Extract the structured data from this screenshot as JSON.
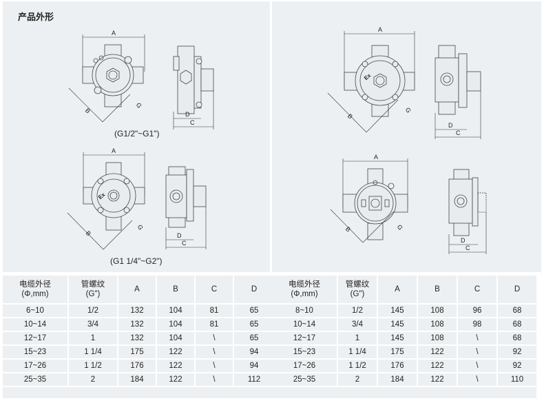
{
  "section_title": "产品外形",
  "left_panel": {
    "drawing_top": {
      "caption": "(G1/2\"~G1\")",
      "dim_labels": {
        "a": "A",
        "b": "B",
        "c": "C",
        "d": "D",
        "g": "G"
      }
    },
    "drawing_bottom": {
      "caption": "(G1 1/4\"~G2\")",
      "dim_labels": {
        "a": "A",
        "b": "B",
        "c": "C",
        "d": "D",
        "g": "G"
      }
    }
  },
  "right_panel": {
    "drawing_top": {
      "dim_labels": {
        "a": "A",
        "b": "B",
        "c": "C",
        "d": "D",
        "g": "G"
      }
    },
    "drawing_bottom": {
      "dim_labels": {
        "a": "A",
        "b": "B",
        "c": "C",
        "d": "D",
        "g": "G"
      }
    }
  },
  "tables": [
    {
      "headers": [
        {
          "line1": "电缆外径",
          "line2": "(Φ,mm)"
        },
        {
          "line1": "管螺纹",
          "line2": "(G\")"
        },
        {
          "line1": "A",
          "line2": ""
        },
        {
          "line1": "B",
          "line2": ""
        },
        {
          "line1": "C",
          "line2": ""
        },
        {
          "line1": "D",
          "line2": ""
        }
      ],
      "rows": [
        [
          "6~10",
          "1/2",
          "132",
          "104",
          "81",
          "65"
        ],
        [
          "10~14",
          "3/4",
          "132",
          "104",
          "81",
          "65"
        ],
        [
          "12~17",
          "1",
          "132",
          "104",
          "\\",
          "65"
        ],
        [
          "15~23",
          "1 1/4",
          "175",
          "122",
          "\\",
          "94"
        ],
        [
          "17~26",
          "1 1/2",
          "176",
          "122",
          "\\",
          "94"
        ],
        [
          "25~35",
          "2",
          "184",
          "122",
          "\\",
          "112"
        ]
      ]
    },
    {
      "headers": [
        {
          "line1": "电缆外径",
          "line2": "(Φ,mm)"
        },
        {
          "line1": "管螺纹",
          "line2": "(G\")"
        },
        {
          "line1": "A",
          "line2": ""
        },
        {
          "line1": "B",
          "line2": ""
        },
        {
          "line1": "C",
          "line2": ""
        },
        {
          "line1": "D",
          "line2": ""
        }
      ],
      "rows": [
        [
          "8~10",
          "1/2",
          "145",
          "108",
          "96",
          "68"
        ],
        [
          "10~14",
          "3/4",
          "145",
          "108",
          "98",
          "68"
        ],
        [
          "12~17",
          "1",
          "145",
          "108",
          "\\",
          "68"
        ],
        [
          "15~23",
          "1 1/4",
          "175",
          "122",
          "\\",
          "92"
        ],
        [
          "17~26",
          "1 1/2",
          "176",
          "122",
          "\\",
          "92"
        ],
        [
          "25~35",
          "2",
          "184",
          "122",
          "\\",
          "110"
        ]
      ]
    }
  ],
  "colors": {
    "panel_bg": "#edf0f2",
    "line": "#444444",
    "text": "#222222"
  }
}
